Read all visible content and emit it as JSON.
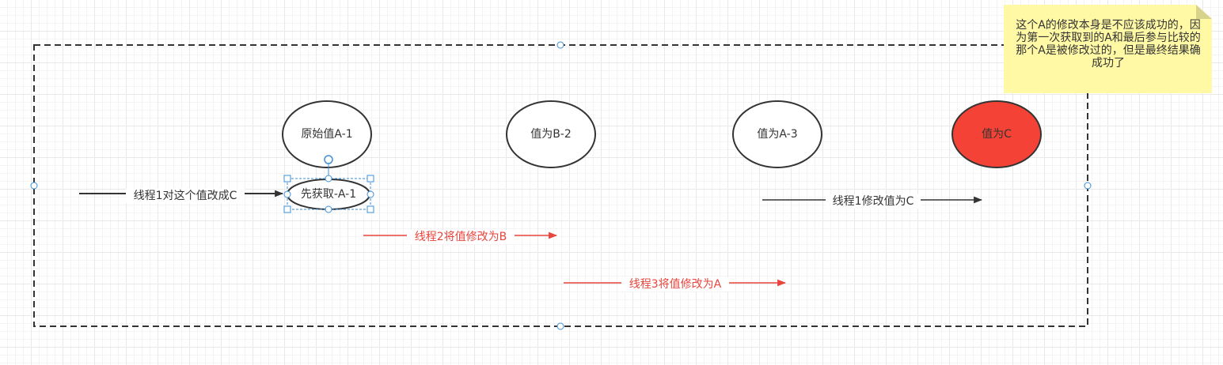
{
  "colors": {
    "stroke": "#333333",
    "red": "#e8453c",
    "red_fill": "#f44336",
    "note_fill": "#fff9a6",
    "selection": "#3d8fd8"
  },
  "nodes": {
    "original": "原始值A-1",
    "value_b": "值为B-2",
    "value_a": "值为A-3",
    "value_c": "值为C",
    "first_get": "先获取-A-1"
  },
  "edges": {
    "thread1_intent": "线程1对这个值改成C",
    "thread2": "线程2将值修改为B",
    "thread3": "线程3将值修改为A",
    "thread1_modify": "线程1修改值为C"
  },
  "note": {
    "text": "这个A的修改本身是不应该成功的，因为第一次获取到的A和最后参与比较的那个A是被修改过的，但是最终结果确成功了"
  }
}
